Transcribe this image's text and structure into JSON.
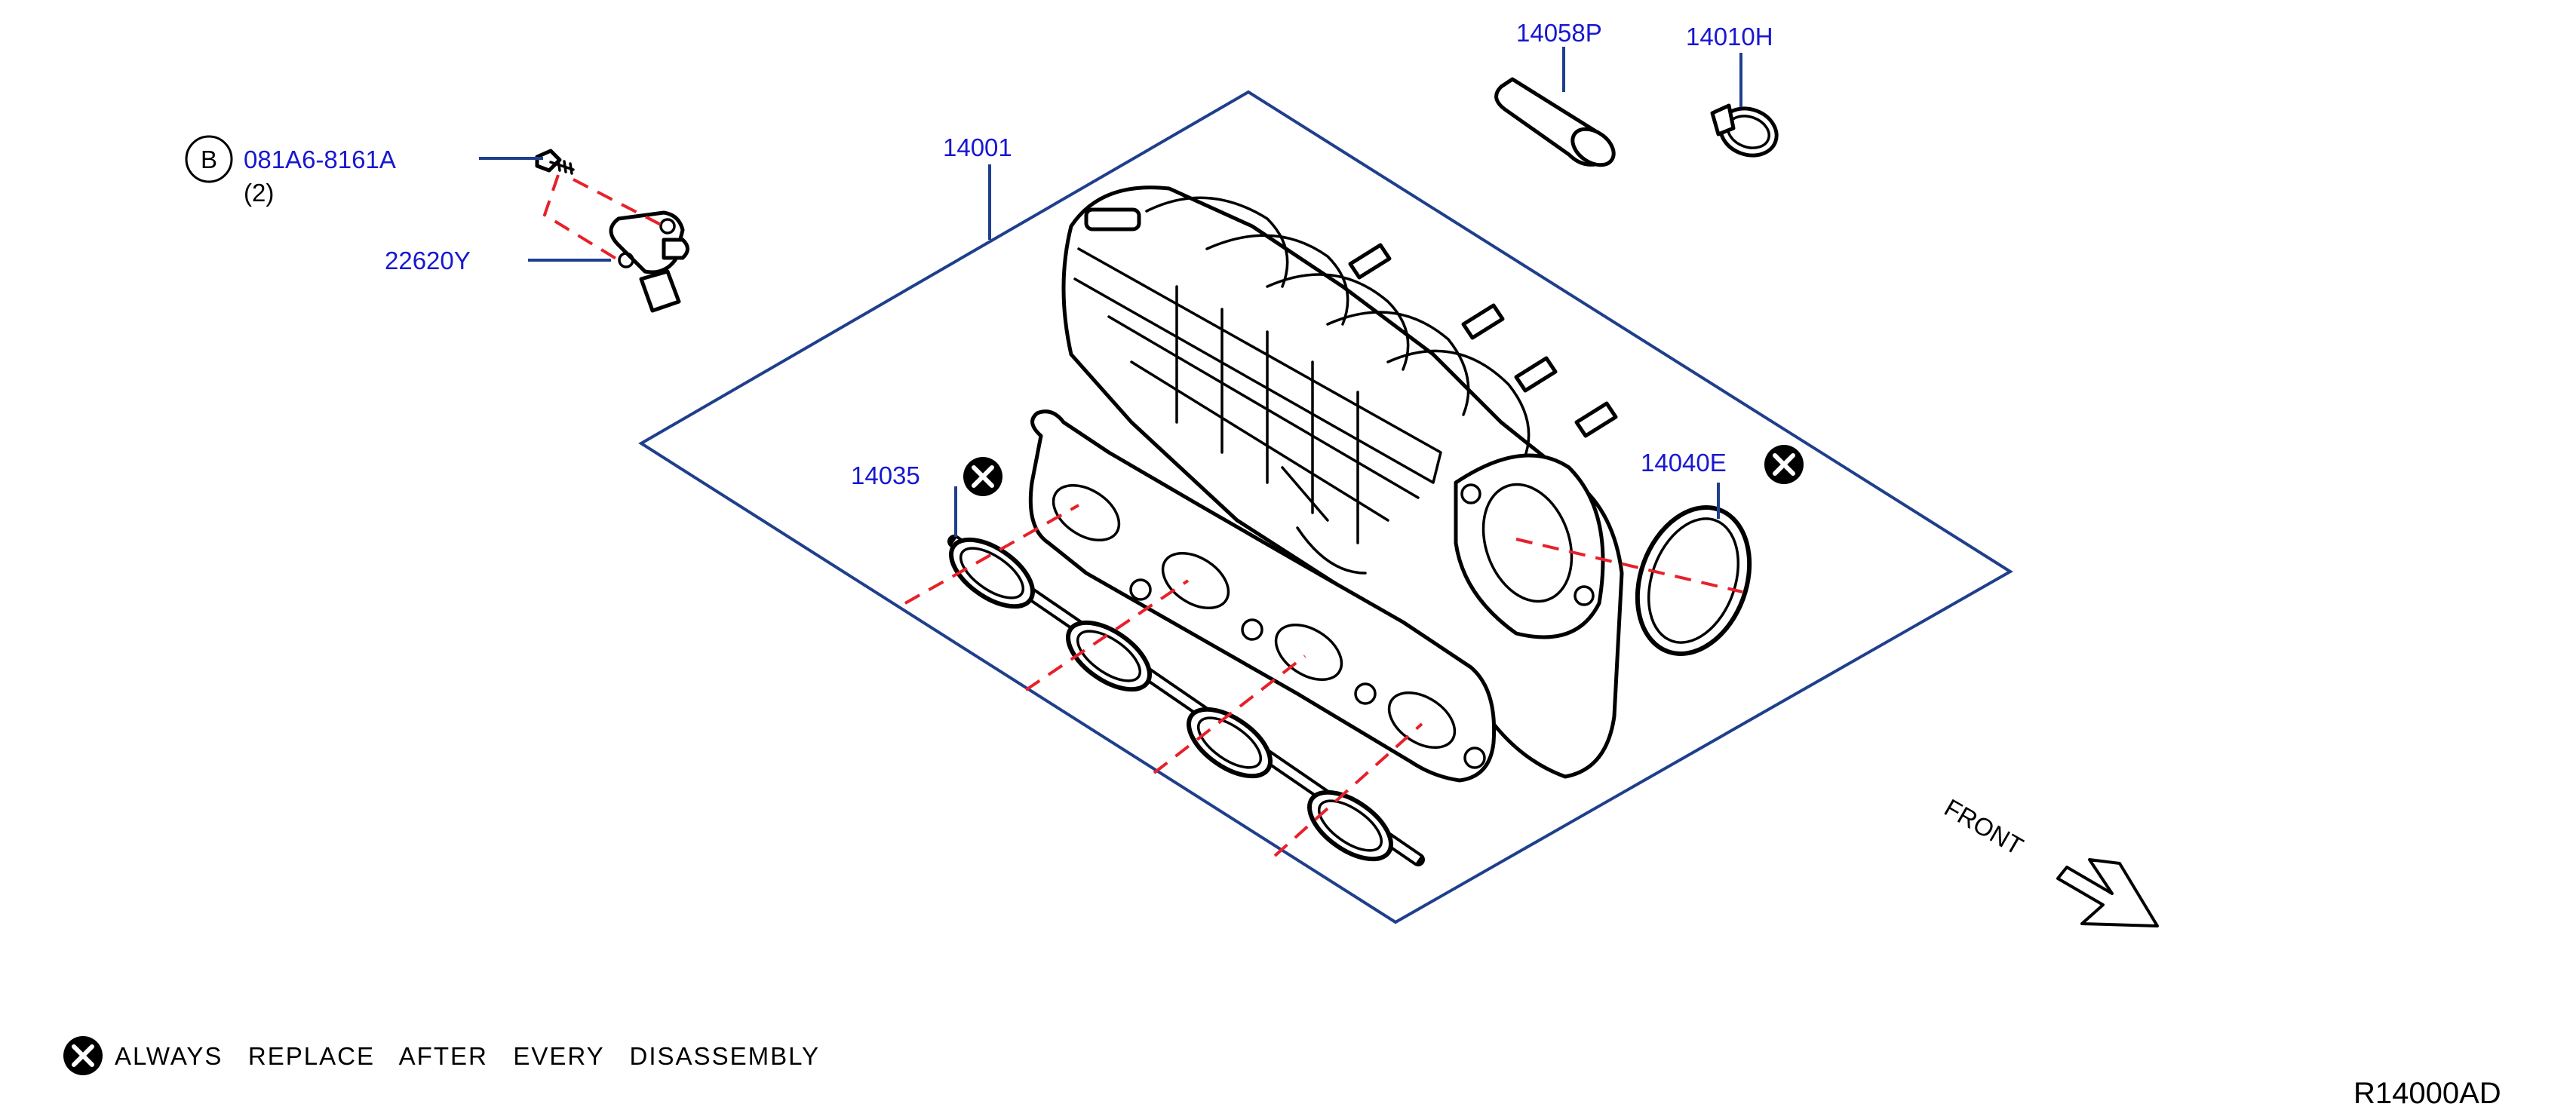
{
  "diagram": {
    "parts": {
      "bolt": {
        "label": "081A6-8161A",
        "circle_letter": "B",
        "qty": "(2)"
      },
      "sensor": {
        "label": "22620Y"
      },
      "manifold": {
        "label": "14001"
      },
      "gasket": {
        "label": "14035"
      },
      "seal": {
        "label": "14040E"
      },
      "hose": {
        "label": "14058P"
      },
      "clamp": {
        "label": "14010H"
      }
    },
    "front_label": "FRONT",
    "legend": {
      "text": "ALWAYS   REPLACE   AFTER   EVERY   DISASSEMBLY"
    },
    "reference_code": "R14000AD",
    "colors": {
      "label": "#1818d0",
      "leader": "#1f3f8c",
      "dashed": "#e8202a",
      "ink": "#000000"
    }
  }
}
